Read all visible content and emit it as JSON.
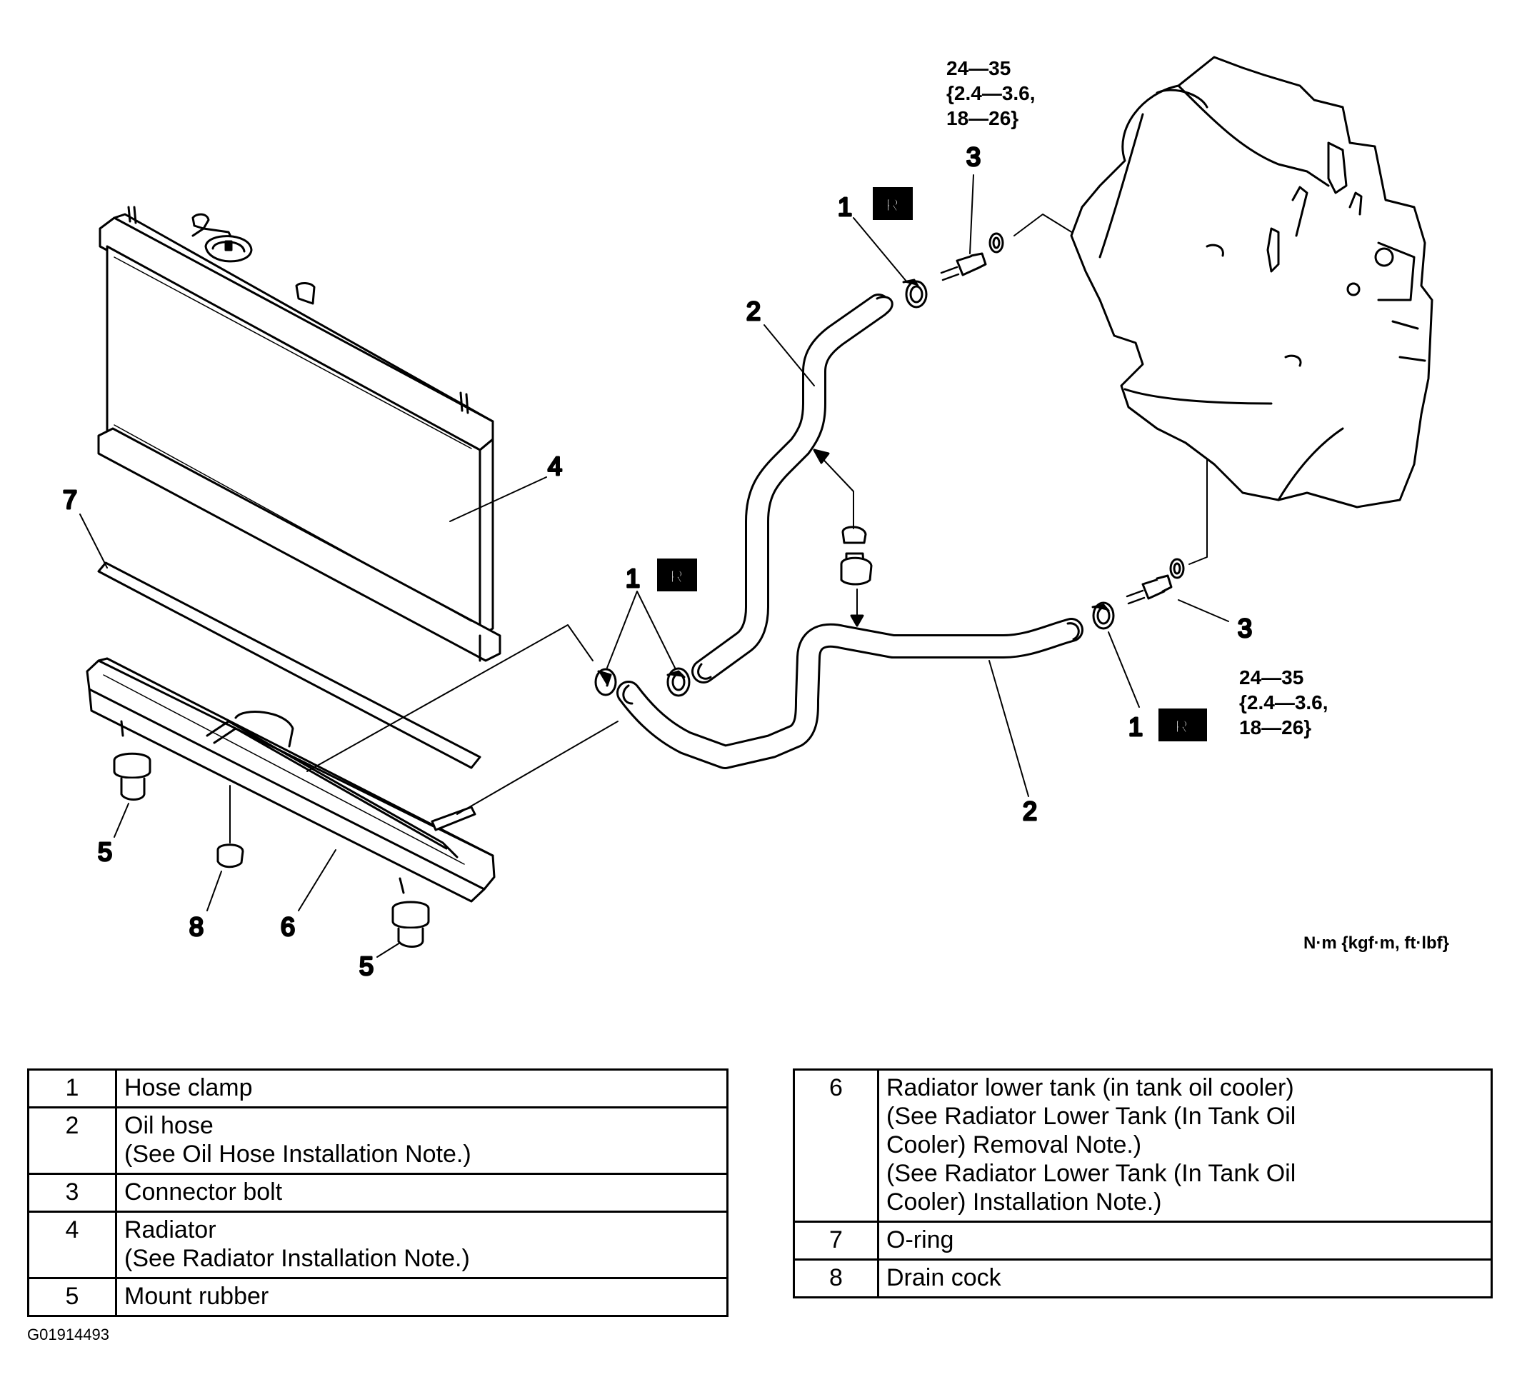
{
  "callouts": {
    "c1_top": "1",
    "c1_mid": "1",
    "c1_bottom": "1",
    "c2_top": "2",
    "c2_bottom": "2",
    "c3_top": "3",
    "c3_right": "3",
    "c4": "4",
    "c5_left": "5",
    "c5_bottom": "5",
    "c6": "6",
    "c7": "7",
    "c8": "8"
  },
  "replace_mark": "R",
  "torque_top": [
    "24—35",
    "{2.4—3.6,",
    "18—26}"
  ],
  "torque_bottom": [
    "24—35",
    "{2.4—3.6,",
    "18—26}"
  ],
  "unit_label": "N·m {kgf·m, ft·lbf}",
  "parts_left": [
    {
      "no": "1",
      "desc": "Hose clamp"
    },
    {
      "no": "2",
      "desc": "Oil hose\n(See Oil Hose Installation Note.)"
    },
    {
      "no": "3",
      "desc": "Connector bolt"
    },
    {
      "no": "4",
      "desc": "Radiator\n(See Radiator Installation Note.)"
    },
    {
      "no": "5",
      "desc": "Mount rubber"
    }
  ],
  "parts_right": [
    {
      "no": "6",
      "desc": "Radiator lower tank (in tank oil cooler)\n(See Radiator Lower Tank (In Tank Oil\nCooler) Removal Note.)\n(See Radiator Lower Tank (In Tank Oil\nCooler) Installation Note.)"
    },
    {
      "no": "7",
      "desc": "O-ring"
    },
    {
      "no": "8",
      "desc": "Drain cock"
    }
  ],
  "figure_id": "G01914493"
}
